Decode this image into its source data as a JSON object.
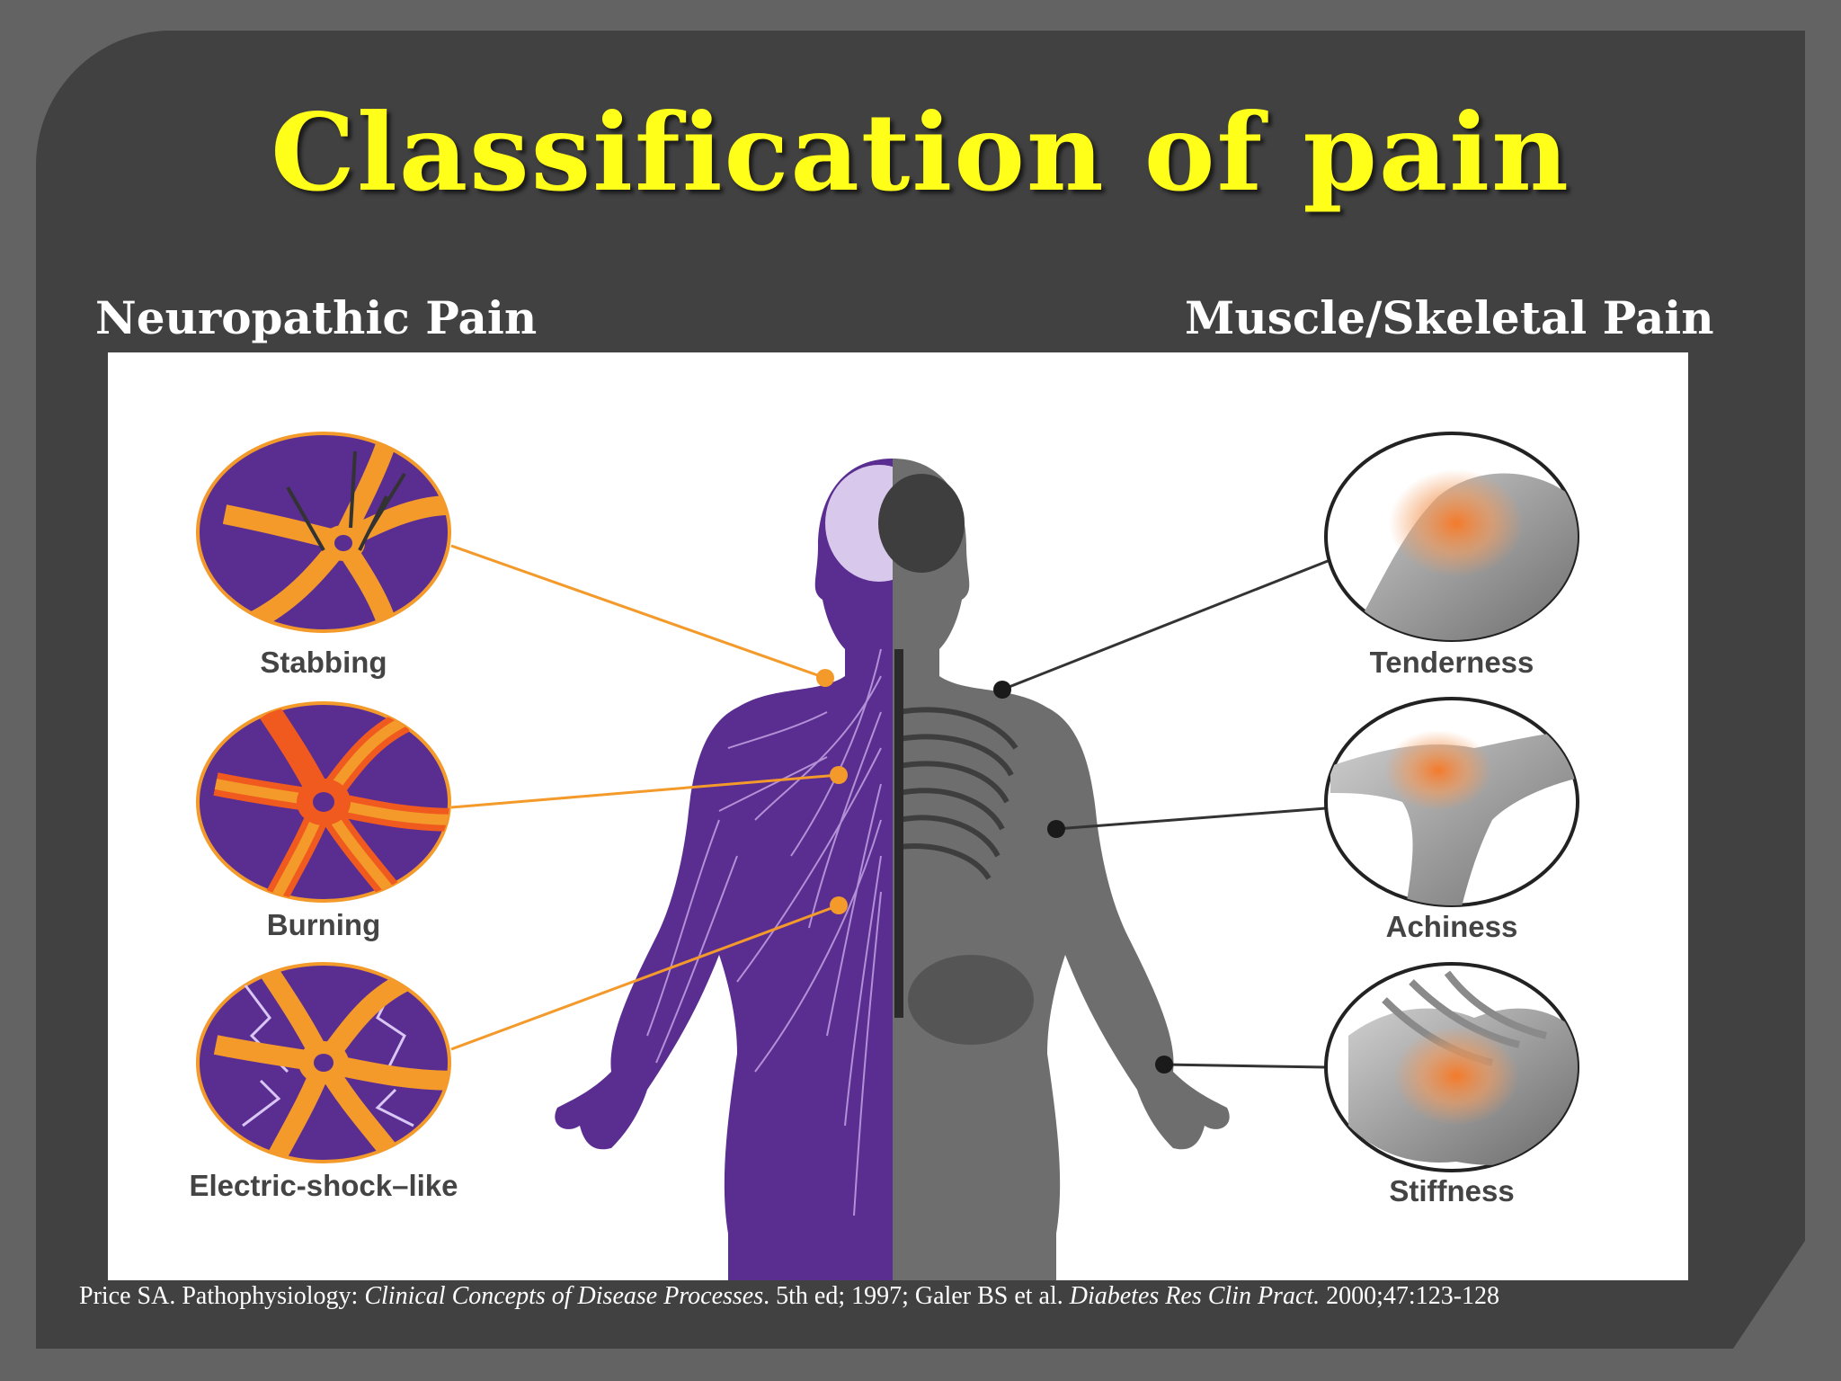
{
  "slide": {
    "title": "Classification of pain",
    "left_heading": "Neuropathic Pain",
    "right_heading": "Muscle/Skeletal Pain"
  },
  "figure": {
    "neuropathic_types": [
      {
        "label": "Stabbing",
        "icon": "stabbing-neuron-icon"
      },
      {
        "label": "Burning",
        "icon": "burning-neuron-icon"
      },
      {
        "label": "Electric-shock–like",
        "icon": "electric-neuron-icon"
      }
    ],
    "musculoskeletal_types": [
      {
        "label": "Tenderness",
        "icon": "shoulder-icon"
      },
      {
        "label": "Achiness",
        "icon": "elbow-icon"
      },
      {
        "label": "Stiffness",
        "icon": "hand-icon"
      }
    ],
    "colors": {
      "neuro_purple": "#5a2d91",
      "neuro_orange": "#f39a2b",
      "skeleton_gray": "#6e6e6e",
      "pain_orange": "#f37a2b"
    }
  },
  "citation": {
    "p1": "Price SA. Pathophysiology: ",
    "p2": "Clinical Concepts of Disease Processes",
    "p3": ".  5th ed; 1997; Galer BS et al. ",
    "p4": "Diabetes Res Clin Pract.",
    "p5": " 2000;47:123-128"
  }
}
